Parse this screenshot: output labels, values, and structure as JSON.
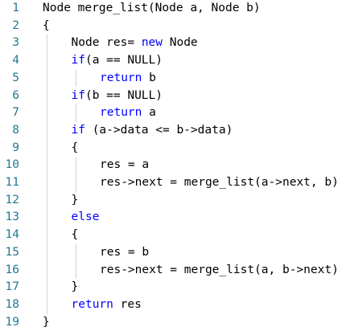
{
  "editor": {
    "accent_keyword_color": "#0000ff",
    "line_number_color": "#237893",
    "lines": [
      {
        "num": "1",
        "indent": 0,
        "segments": [
          {
            "t": "Node merge_list(Node a, Node b)",
            "c": ""
          }
        ]
      },
      {
        "num": "2",
        "indent": 0,
        "segments": [
          {
            "t": "{",
            "c": ""
          }
        ]
      },
      {
        "num": "3",
        "indent": 1,
        "segments": [
          {
            "t": "Node res= ",
            "c": ""
          },
          {
            "t": "new",
            "c": "kw"
          },
          {
            "t": " Node",
            "c": ""
          }
        ]
      },
      {
        "num": "4",
        "indent": 1,
        "segments": [
          {
            "t": "if",
            "c": "kw"
          },
          {
            "t": "(a == NULL)",
            "c": ""
          }
        ]
      },
      {
        "num": "5",
        "indent": 2,
        "segments": [
          {
            "t": "return",
            "c": "kw"
          },
          {
            "t": " b",
            "c": ""
          }
        ]
      },
      {
        "num": "6",
        "indent": 1,
        "segments": [
          {
            "t": "if",
            "c": "kw"
          },
          {
            "t": "(b == NULL)",
            "c": ""
          }
        ]
      },
      {
        "num": "7",
        "indent": 2,
        "segments": [
          {
            "t": "return",
            "c": "kw"
          },
          {
            "t": " a",
            "c": ""
          }
        ]
      },
      {
        "num": "8",
        "indent": 1,
        "segments": [
          {
            "t": "if",
            "c": "kw"
          },
          {
            "t": " (a->data <= b->data)",
            "c": ""
          }
        ]
      },
      {
        "num": "9",
        "indent": 1,
        "segments": [
          {
            "t": "{",
            "c": ""
          }
        ]
      },
      {
        "num": "10",
        "indent": 2,
        "segments": [
          {
            "t": "res = a",
            "c": ""
          }
        ]
      },
      {
        "num": "11",
        "indent": 2,
        "segments": [
          {
            "t": "res->next = merge_list(a->next, b)",
            "c": ""
          }
        ]
      },
      {
        "num": "12",
        "indent": 1,
        "segments": [
          {
            "t": "}",
            "c": ""
          }
        ]
      },
      {
        "num": "13",
        "indent": 1,
        "segments": [
          {
            "t": "else",
            "c": "kw"
          }
        ]
      },
      {
        "num": "14",
        "indent": 1,
        "segments": [
          {
            "t": "{",
            "c": ""
          }
        ]
      },
      {
        "num": "15",
        "indent": 2,
        "segments": [
          {
            "t": "res = b",
            "c": ""
          }
        ]
      },
      {
        "num": "16",
        "indent": 2,
        "segments": [
          {
            "t": "res->next = merge_list(a, b->next)",
            "c": ""
          }
        ]
      },
      {
        "num": "17",
        "indent": 1,
        "segments": [
          {
            "t": "}",
            "c": ""
          }
        ]
      },
      {
        "num": "18",
        "indent": 1,
        "segments": [
          {
            "t": "return",
            "c": "kw"
          },
          {
            "t": " res",
            "c": ""
          }
        ]
      },
      {
        "num": "19",
        "indent": 0,
        "segments": [
          {
            "t": "}",
            "c": ""
          }
        ]
      }
    ]
  }
}
